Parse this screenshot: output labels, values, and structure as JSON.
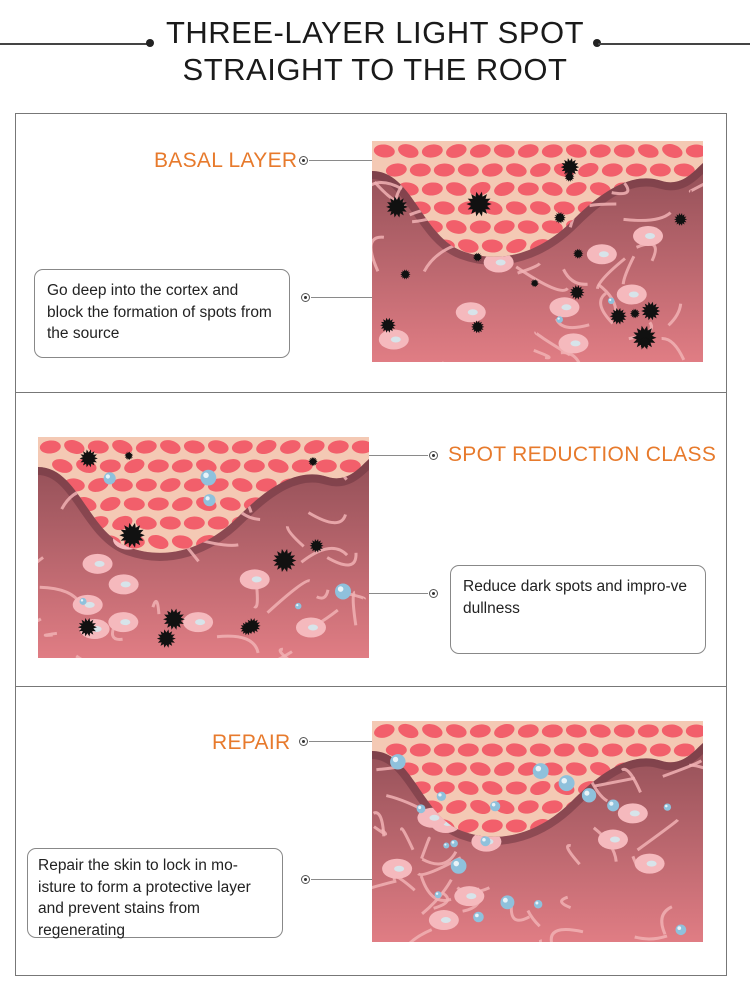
{
  "header": {
    "title_line1": "THREE-LAYER LIGHT SPOT",
    "title_line2": "STRAIGHT TO THE ROOT"
  },
  "sections": [
    {
      "label": "BASAL LAYER",
      "description": "Go deep into the cortex and block the formation of spots from the source"
    },
    {
      "label": "SPOT REDUCTION CLASS",
      "description": "Reduce dark spots and impro-ve dullness"
    },
    {
      "label": "REPAIR",
      "description": "Repair the skin to lock in mo-isture to form a protective layer and prevent stains from regenerating"
    }
  ],
  "colors": {
    "accent": "#e77a2c",
    "epidermis": "#f4c9b4",
    "cell": "#f25f6b",
    "dermis_top": "#8a4a52",
    "dermis_bottom": "#e07d84",
    "melanin": "#111111",
    "moisture": "#8fc1dc"
  }
}
